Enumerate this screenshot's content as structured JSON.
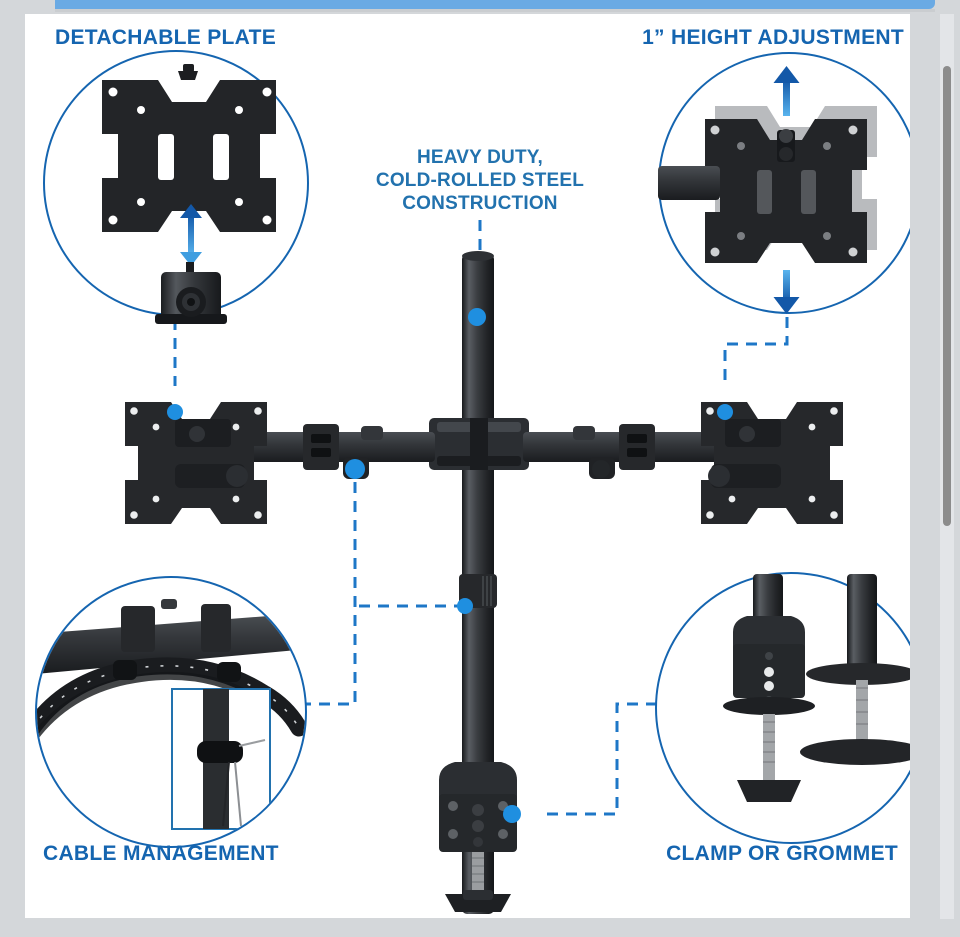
{
  "browser": {
    "loading_bar_color": "#6aaae4",
    "scrollbar_thumb_color": "#8c8c8c"
  },
  "theme": {
    "accent_blue": "#1565b0",
    "line_blue": "#1e77c7",
    "knob_blue": "#1f8fe0",
    "canvas": "#ffffff",
    "page_background": "#d4d7da",
    "product_black": "#2b2d30"
  },
  "page": {
    "product": "dual monitor desk mount",
    "center_caption": "HEAVY DUTY,\nCOLD-ROLLED STEEL\nCONSTRUCTION",
    "center_caption_lines": [
      "HEAVY DUTY,",
      "COLD-ROLLED STEEL",
      "CONSTRUCTION"
    ]
  },
  "callouts": [
    {
      "id": "detachable-plate",
      "label": "DETACHABLE PLATE",
      "position": "top-left",
      "illustration": "vesa-plate-separating-from-mount-head-with-double-arrow"
    },
    {
      "id": "height-adjustment",
      "label": "1” HEIGHT ADJUSTMENT",
      "position": "top-right",
      "illustration": "vesa-plate-with-up-and-down-arrows"
    },
    {
      "id": "cable-management",
      "label": "CABLE MANAGEMENT",
      "position": "bottom-left",
      "illustration": "braided-cable-sleeve-along-arm-with-clip-inset"
    },
    {
      "id": "clamp-or-grommet",
      "label": "CLAMP OR GROMMET",
      "position": "bottom-right",
      "illustration": "c-clamp-mount-and-grommet-mount-side-by-side"
    }
  ]
}
